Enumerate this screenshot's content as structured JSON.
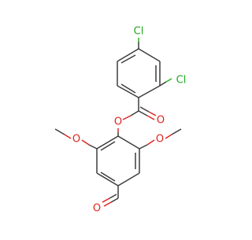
{
  "molecule": {
    "atoms": {
      "cl_top": "Cl",
      "cl_right": "Cl",
      "o_carbonyl": "O",
      "o_ester": "O",
      "o_methoxy_left": "O",
      "o_methoxy_right": "O",
      "o_aldehyde": "O"
    },
    "colors": {
      "bond": "#3c3c3c",
      "oxygen": "#e0231e",
      "chlorine": "#1fa81f",
      "background": "#ffffff"
    }
  }
}
